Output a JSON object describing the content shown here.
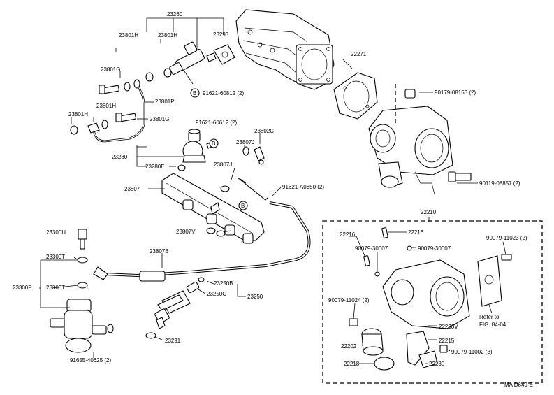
{
  "labels": {
    "p23260": "23260",
    "p23801H_a": "23801H",
    "p23801H_b": "23801H",
    "p23293": "23293",
    "p23801G_a": "23801G",
    "p23801P": "23801P",
    "p23801H_c": "23801H",
    "p23801H_d": "23801H",
    "p23801G_b": "23801G",
    "p91621_60812_a": "91621-60812 (2)",
    "p91621_60612": "91621-60612 (2)",
    "p23802C": "23802C",
    "p23807J_a": "23807J",
    "p23280": "23280",
    "p23280E": "23280E",
    "p23807J_b": "23807J",
    "p23807": "23807",
    "p91621_A0850": "91621-A0850 (2)",
    "p22271": "22271",
    "p90179_08153": "90179-08153 (2)",
    "p90119_08857": "90119-08857 (2)",
    "p22210": "22210",
    "p23300U": "23300U",
    "p23807V": "23807V",
    "p23300T_a": "23300T",
    "p23807B": "23807B",
    "p23300P": "23300P",
    "p23300T_b": "23300T",
    "p23250B": "23250B",
    "p23250C": "23250C",
    "p23250": "23250",
    "p23291": "23291",
    "p91655_40625": "91655-40625 (2)",
    "p22216_a": "22216",
    "p22216_b": "22216",
    "p90079_30007_a": "90079-30007",
    "p90079_30007_b": "90079-30007",
    "p90079_11023": "90079-11023 (2)",
    "p90079_11024": "90079-11024 (2)",
    "p22230V": "22230V",
    "p22215": "22215",
    "p22202": "22202",
    "p90079_11002": "90079-11002 (3)",
    "p22218": "22218",
    "p22230": "22230",
    "refer1": "Refer to",
    "refer2": "FIG. 84-04",
    "footer": "MA  D649-E",
    "bmark": "B"
  }
}
